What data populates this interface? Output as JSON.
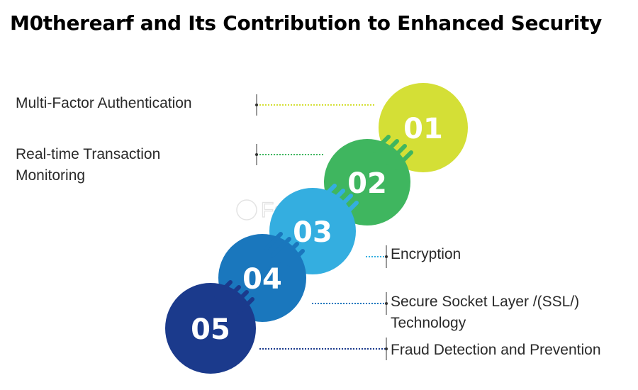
{
  "title": "M0therearf and Its Contribution to Enhanced Security",
  "watermark": "FasterCapital",
  "steps": [
    {
      "number": "01",
      "label": "Multi-Factor Authentication",
      "color": "#d4df36"
    },
    {
      "number": "02",
      "label": "Real-time Transaction Monitoring",
      "color": "#3fb65f"
    },
    {
      "number": "03",
      "label": "Encryption",
      "color": "#34aee0"
    },
    {
      "number": "04",
      "label": "Secure Socket Layer /(SSL/) Technology",
      "color": "#1a77bd"
    },
    {
      "number": "05",
      "label": "Fraud Detection and Prevention",
      "color": "#1b3a8c"
    }
  ]
}
